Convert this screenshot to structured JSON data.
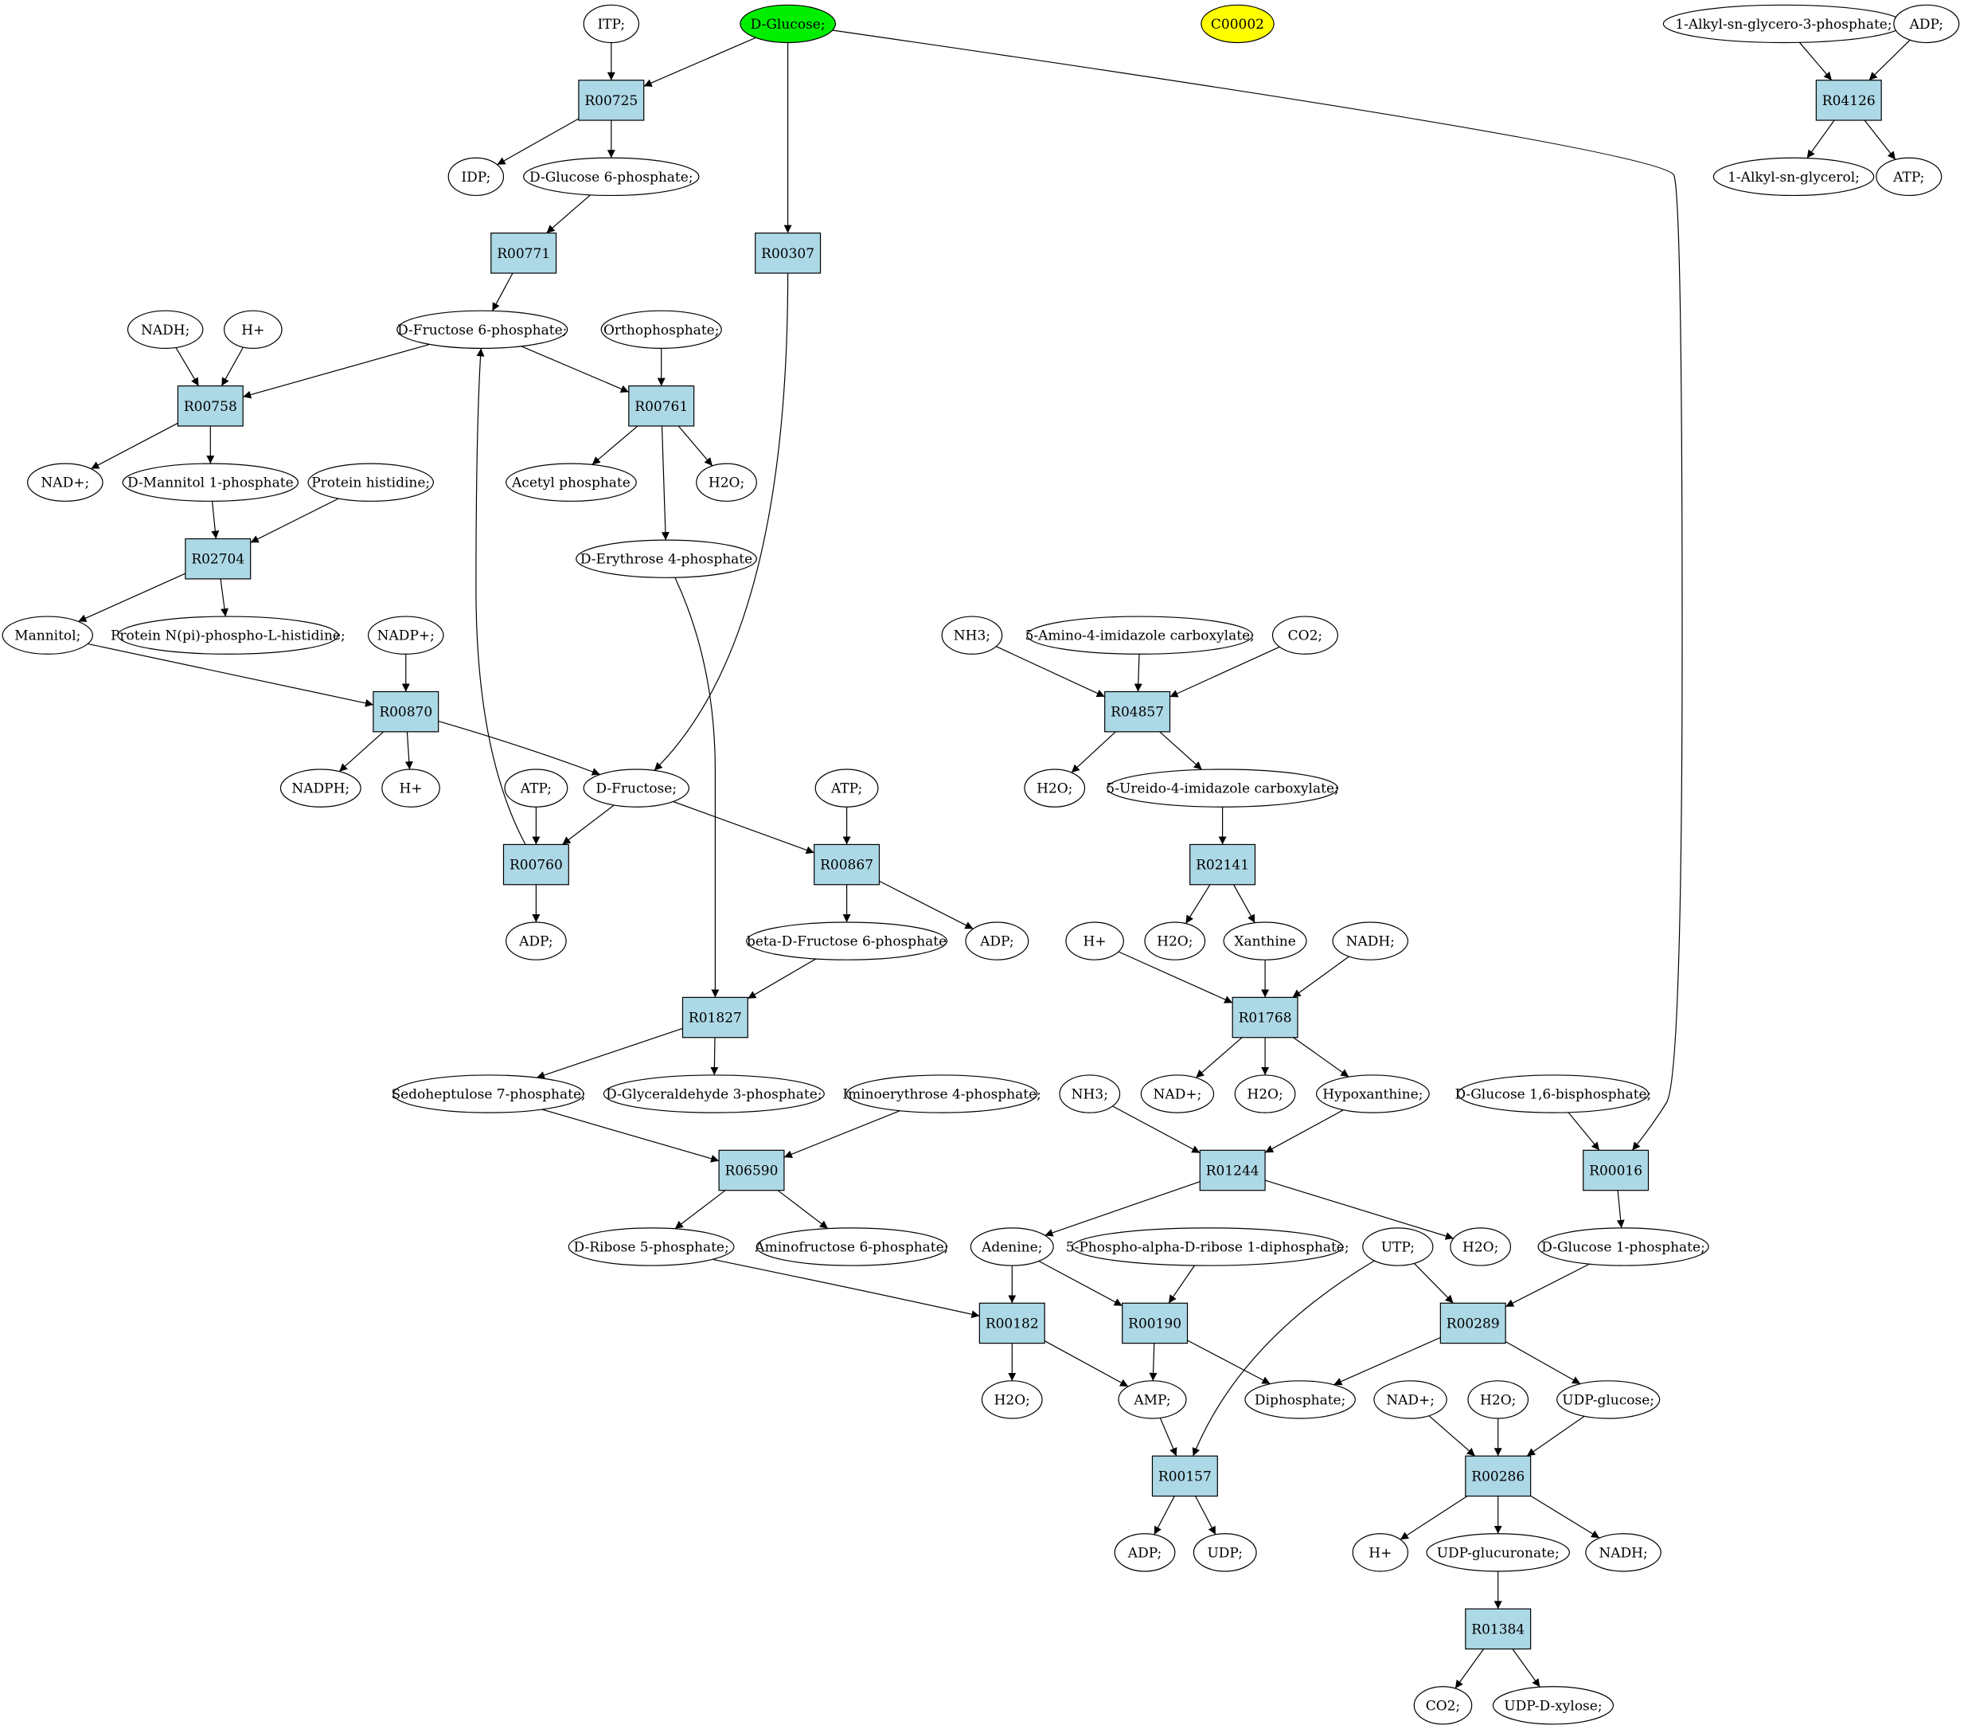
{
  "colors": {
    "reaction_fill": "#add8e6",
    "compound_fill": "#ffffff",
    "start_fill": "#00ee00",
    "marker_fill": "#ffff00",
    "stroke": "#000000"
  },
  "nodes": [
    {
      "id": "itp",
      "label": "ITP;",
      "kind": "compound"
    },
    {
      "id": "glucose",
      "label": "D-Glucose;",
      "kind": "start"
    },
    {
      "id": "c00002",
      "label": "C00002",
      "kind": "marker"
    },
    {
      "id": "alkylg3p",
      "label": "1-Alkyl-sn-glycero-3-phosphate;",
      "kind": "compound"
    },
    {
      "id": "adp_tr",
      "label": "ADP;",
      "kind": "compound"
    },
    {
      "id": "r00725",
      "label": "R00725",
      "kind": "reaction"
    },
    {
      "id": "r04126",
      "label": "R04126",
      "kind": "reaction"
    },
    {
      "id": "idp",
      "label": "IDP;",
      "kind": "compound"
    },
    {
      "id": "g6p",
      "label": "D-Glucose 6-phosphate;",
      "kind": "compound"
    },
    {
      "id": "alkylg",
      "label": "1-Alkyl-sn-glycerol;",
      "kind": "compound"
    },
    {
      "id": "atp_tr",
      "label": "ATP;",
      "kind": "compound"
    },
    {
      "id": "r00771",
      "label": "R00771",
      "kind": "reaction"
    },
    {
      "id": "r00307",
      "label": "R00307",
      "kind": "reaction"
    },
    {
      "id": "nadh_1",
      "label": "NADH;",
      "kind": "compound"
    },
    {
      "id": "hplus_1",
      "label": "H+",
      "kind": "compound"
    },
    {
      "id": "f6p",
      "label": "D-Fructose 6-phosphate;",
      "kind": "compound"
    },
    {
      "id": "orthophos",
      "label": "Orthophosphate;",
      "kind": "compound"
    },
    {
      "id": "r00758",
      "label": "R00758",
      "kind": "reaction"
    },
    {
      "id": "r00761",
      "label": "R00761",
      "kind": "reaction"
    },
    {
      "id": "nadplus_1",
      "label": "NAD+;",
      "kind": "compound"
    },
    {
      "id": "mannitol1p",
      "label": "D-Mannitol 1-phosphate",
      "kind": "compound"
    },
    {
      "id": "prothis",
      "label": "Protein histidine;",
      "kind": "compound"
    },
    {
      "id": "acetylp",
      "label": "Acetyl phosphate",
      "kind": "compound"
    },
    {
      "id": "h2o_1",
      "label": "H2O;",
      "kind": "compound"
    },
    {
      "id": "r02704",
      "label": "R02704",
      "kind": "reaction"
    },
    {
      "id": "e4p",
      "label": "D-Erythrose 4-phosphate",
      "kind": "compound"
    },
    {
      "id": "mannitol",
      "label": "Mannitol;",
      "kind": "compound"
    },
    {
      "id": "protnpi",
      "label": "Protein N(pi)-phospho-L-histidine;",
      "kind": "compound"
    },
    {
      "id": "nadpplus",
      "label": "NADP+;",
      "kind": "compound"
    },
    {
      "id": "nh3_1",
      "label": "NH3;",
      "kind": "compound"
    },
    {
      "id": "aminoimid",
      "label": "5-Amino-4-imidazole carboxylate;",
      "kind": "compound"
    },
    {
      "id": "co2_1",
      "label": "CO2;",
      "kind": "compound"
    },
    {
      "id": "r00870",
      "label": "R00870",
      "kind": "reaction"
    },
    {
      "id": "r04857",
      "label": "R04857",
      "kind": "reaction"
    },
    {
      "id": "nadph",
      "label": "NADPH;",
      "kind": "compound"
    },
    {
      "id": "hplus_2",
      "label": "H+",
      "kind": "compound"
    },
    {
      "id": "atp_1",
      "label": "ATP;",
      "kind": "compound"
    },
    {
      "id": "fructose",
      "label": "D-Fructose;",
      "kind": "compound"
    },
    {
      "id": "atp_2",
      "label": "ATP;",
      "kind": "compound"
    },
    {
      "id": "h2o_2",
      "label": "H2O;",
      "kind": "compound"
    },
    {
      "id": "ureidoimid",
      "label": "5-Ureido-4-imidazole carboxylate;",
      "kind": "compound"
    },
    {
      "id": "r00760",
      "label": "R00760",
      "kind": "reaction"
    },
    {
      "id": "r00867",
      "label": "R00867",
      "kind": "reaction"
    },
    {
      "id": "r02141",
      "label": "R02141",
      "kind": "reaction"
    },
    {
      "id": "adp_1",
      "label": "ADP;",
      "kind": "compound"
    },
    {
      "id": "bf6p",
      "label": "beta-D-Fructose 6-phosphate",
      "kind": "compound"
    },
    {
      "id": "adp_2",
      "label": "ADP;",
      "kind": "compound"
    },
    {
      "id": "hplus_3",
      "label": "H+",
      "kind": "compound"
    },
    {
      "id": "h2o_3",
      "label": "H2O;",
      "kind": "compound"
    },
    {
      "id": "xanthine",
      "label": "Xanthine",
      "kind": "compound"
    },
    {
      "id": "nadh_2",
      "label": "NADH;",
      "kind": "compound"
    },
    {
      "id": "r01827",
      "label": "R01827",
      "kind": "reaction"
    },
    {
      "id": "r01768",
      "label": "R01768",
      "kind": "reaction"
    },
    {
      "id": "s7p",
      "label": "Sedoheptulose 7-phosphate;",
      "kind": "compound"
    },
    {
      "id": "g3p",
      "label": "D-Glyceraldehyde 3-phosphate;",
      "kind": "compound"
    },
    {
      "id": "imino4p",
      "label": "Iminoerythrose 4-phosphate;",
      "kind": "compound"
    },
    {
      "id": "nh3_2",
      "label": "NH3;",
      "kind": "compound"
    },
    {
      "id": "nadplus_2",
      "label": "NAD+;",
      "kind": "compound"
    },
    {
      "id": "h2o_4",
      "label": "H2O;",
      "kind": "compound"
    },
    {
      "id": "hypoxanthine",
      "label": "Hypoxanthine;",
      "kind": "compound"
    },
    {
      "id": "g16bp",
      "label": "D-Glucose 1,6-bisphosphate;",
      "kind": "compound"
    },
    {
      "id": "r06590",
      "label": "R06590",
      "kind": "reaction"
    },
    {
      "id": "r01244",
      "label": "R01244",
      "kind": "reaction"
    },
    {
      "id": "r00016",
      "label": "R00016",
      "kind": "reaction"
    },
    {
      "id": "r5p",
      "label": "D-Ribose 5-phosphate;",
      "kind": "compound"
    },
    {
      "id": "aminofruc6p",
      "label": "Aminofructose 6-phosphate;",
      "kind": "compound"
    },
    {
      "id": "adenine",
      "label": "Adenine;",
      "kind": "compound"
    },
    {
      "id": "prpp",
      "label": "5-Phospho-alpha-D-ribose 1-diphosphate;",
      "kind": "compound"
    },
    {
      "id": "utp",
      "label": "UTP;",
      "kind": "compound"
    },
    {
      "id": "h2o_5",
      "label": "H2O;",
      "kind": "compound"
    },
    {
      "id": "g1p",
      "label": "D-Glucose 1-phosphate;",
      "kind": "compound"
    },
    {
      "id": "r00182",
      "label": "R00182",
      "kind": "reaction"
    },
    {
      "id": "r00190",
      "label": "R00190",
      "kind": "reaction"
    },
    {
      "id": "r00289",
      "label": "R00289",
      "kind": "reaction"
    },
    {
      "id": "h2o_6",
      "label": "H2O;",
      "kind": "compound"
    },
    {
      "id": "amp",
      "label": "AMP;",
      "kind": "compound"
    },
    {
      "id": "diphosphate",
      "label": "Diphosphate;",
      "kind": "compound"
    },
    {
      "id": "nadplus_3",
      "label": "NAD+;",
      "kind": "compound"
    },
    {
      "id": "h2o_7",
      "label": "H2O;",
      "kind": "compound"
    },
    {
      "id": "udpglucose",
      "label": "UDP-glucose;",
      "kind": "compound"
    },
    {
      "id": "r00157",
      "label": "R00157",
      "kind": "reaction"
    },
    {
      "id": "r00286",
      "label": "R00286",
      "kind": "reaction"
    },
    {
      "id": "adp_3",
      "label": "ADP;",
      "kind": "compound"
    },
    {
      "id": "udp",
      "label": "UDP;",
      "kind": "compound"
    },
    {
      "id": "hplus_4",
      "label": "H+",
      "kind": "compound"
    },
    {
      "id": "udpglucuronate",
      "label": "UDP-glucuronate;",
      "kind": "compound"
    },
    {
      "id": "nadh_3",
      "label": "NADH;",
      "kind": "compound"
    },
    {
      "id": "r01384",
      "label": "R01384",
      "kind": "reaction"
    },
    {
      "id": "co2_2",
      "label": "CO2;",
      "kind": "compound"
    },
    {
      "id": "udpxylose",
      "label": "UDP-D-xylose;",
      "kind": "compound"
    }
  ],
  "edges": [
    [
      "itp",
      "r00725"
    ],
    [
      "glucose",
      "r00725"
    ],
    [
      "r00725",
      "idp"
    ],
    [
      "r00725",
      "g6p"
    ],
    [
      "glucose",
      "r00307"
    ],
    [
      "glucose",
      "r00016"
    ],
    [
      "alkylg3p",
      "r04126"
    ],
    [
      "adp_tr",
      "r04126"
    ],
    [
      "r04126",
      "alkylg"
    ],
    [
      "r04126",
      "atp_tr"
    ],
    [
      "g6p",
      "r00771"
    ],
    [
      "r00771",
      "f6p"
    ],
    [
      "nadh_1",
      "r00758"
    ],
    [
      "hplus_1",
      "r00758"
    ],
    [
      "f6p",
      "r00758"
    ],
    [
      "r00758",
      "nadplus_1"
    ],
    [
      "r00758",
      "mannitol1p"
    ],
    [
      "f6p",
      "r00761"
    ],
    [
      "orthophos",
      "r00761"
    ],
    [
      "r00761",
      "acetylp"
    ],
    [
      "r00761",
      "h2o_1"
    ],
    [
      "r00761",
      "e4p"
    ],
    [
      "mannitol1p",
      "r02704"
    ],
    [
      "prothis",
      "r02704"
    ],
    [
      "r02704",
      "mannitol"
    ],
    [
      "r02704",
      "protnpi"
    ],
    [
      "mannitol",
      "r00870"
    ],
    [
      "nadpplus",
      "r00870"
    ],
    [
      "r00870",
      "nadph"
    ],
    [
      "r00870",
      "hplus_2"
    ],
    [
      "r00870",
      "fructose"
    ],
    [
      "r00307",
      "fructose"
    ],
    [
      "atp_1",
      "r00760"
    ],
    [
      "fructose",
      "r00760"
    ],
    [
      "r00760",
      "f6p"
    ],
    [
      "r00760",
      "adp_1"
    ],
    [
      "fructose",
      "r00867"
    ],
    [
      "atp_2",
      "r00867"
    ],
    [
      "r00867",
      "bf6p"
    ],
    [
      "r00867",
      "adp_2"
    ],
    [
      "e4p",
      "r01827"
    ],
    [
      "bf6p",
      "r01827"
    ],
    [
      "r01827",
      "s7p"
    ],
    [
      "r01827",
      "g3p"
    ],
    [
      "s7p",
      "r06590"
    ],
    [
      "imino4p",
      "r06590"
    ],
    [
      "r06590",
      "r5p"
    ],
    [
      "r06590",
      "aminofruc6p"
    ],
    [
      "nh3_1",
      "r04857"
    ],
    [
      "aminoimid",
      "r04857"
    ],
    [
      "co2_1",
      "r04857"
    ],
    [
      "r04857",
      "h2o_2"
    ],
    [
      "r04857",
      "ureidoimid"
    ],
    [
      "ureidoimid",
      "r02141"
    ],
    [
      "r02141",
      "h2o_3"
    ],
    [
      "r02141",
      "xanthine"
    ],
    [
      "hplus_3",
      "r01768"
    ],
    [
      "xanthine",
      "r01768"
    ],
    [
      "nadh_2",
      "r01768"
    ],
    [
      "r01768",
      "nadplus_2"
    ],
    [
      "r01768",
      "h2o_4"
    ],
    [
      "r01768",
      "hypoxanthine"
    ],
    [
      "nh3_2",
      "r01244"
    ],
    [
      "hypoxanthine",
      "r01244"
    ],
    [
      "r01244",
      "adenine"
    ],
    [
      "r01244",
      "h2o_5"
    ],
    [
      "g16bp",
      "r00016"
    ],
    [
      "r00016",
      "g1p"
    ],
    [
      "r5p",
      "r00182"
    ],
    [
      "adenine",
      "r00182"
    ],
    [
      "r00182",
      "h2o_6"
    ],
    [
      "r00182",
      "amp"
    ],
    [
      "adenine",
      "r00190"
    ],
    [
      "prpp",
      "r00190"
    ],
    [
      "r00190",
      "amp"
    ],
    [
      "r00190",
      "diphosphate"
    ],
    [
      "utp",
      "r00289"
    ],
    [
      "g1p",
      "r00289"
    ],
    [
      "r00289",
      "diphosphate"
    ],
    [
      "r00289",
      "udpglucose"
    ],
    [
      "amp",
      "r00157"
    ],
    [
      "utp",
      "r00157"
    ],
    [
      "r00157",
      "adp_3"
    ],
    [
      "r00157",
      "udp"
    ],
    [
      "nadplus_3",
      "r00286"
    ],
    [
      "h2o_7",
      "r00286"
    ],
    [
      "udpglucose",
      "r00286"
    ],
    [
      "r00286",
      "hplus_4"
    ],
    [
      "r00286",
      "udpglucuronate"
    ],
    [
      "r00286",
      "nadh_3"
    ],
    [
      "udpglucuronate",
      "r01384"
    ],
    [
      "r01384",
      "co2_2"
    ],
    [
      "r01384",
      "udpxylose"
    ]
  ]
}
